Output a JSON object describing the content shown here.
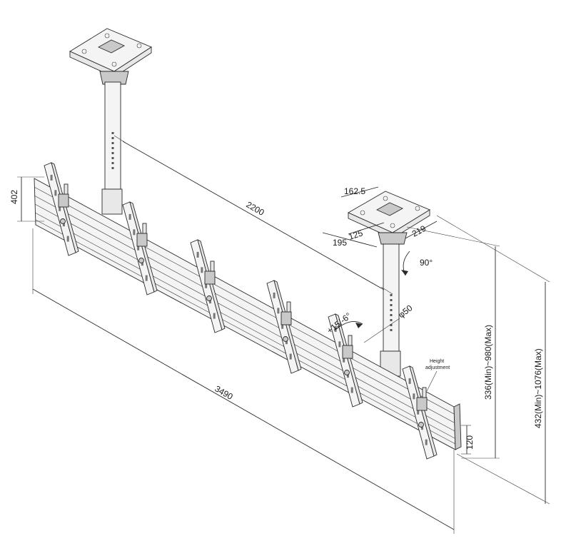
{
  "dimensions": {
    "panel_height": "402",
    "pole_spacing": "2200",
    "plate_width": "162.5",
    "plate_hole_spacing": "125",
    "plate_length": "195",
    "plate_depth": "219",
    "rotation": "90°",
    "tilt": "+15/-6°",
    "pole_diameter": "φ50",
    "height_range_pole": "336(Min)~980(Max)",
    "height_range_total": "432(Min)~1076(Max)",
    "total_length": "3490",
    "rail_height": "120"
  },
  "annotations": {
    "height_adjustment_line1": "Height",
    "height_adjustment_line2": "adjustment"
  },
  "bracket_count": 6
}
